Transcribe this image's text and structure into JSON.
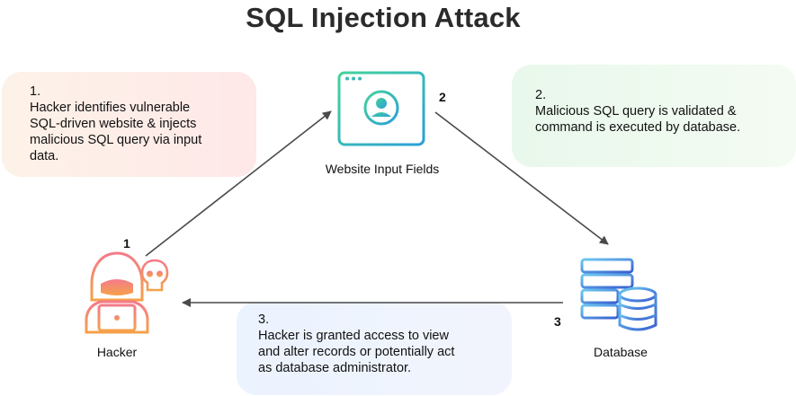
{
  "title": "SQL Injection Attack",
  "notes": [
    {
      "text": "1.\nHacker identifies vulnerable\nSQL-driven website & injects\nmalicious SQL query via input\ndata."
    },
    {
      "text": "2.\nMalicious SQL query is validated &\ncommand is executed by database."
    },
    {
      "text": "3.\nHacker is granted access to view\nand alter records or potentially act\nas database administrator."
    }
  ],
  "nodes": {
    "website": {
      "label": "Website Input Fields",
      "step": "2"
    },
    "hacker": {
      "label": "Hacker",
      "step": "1"
    },
    "database": {
      "label": "Database",
      "step": "3"
    }
  },
  "colors": {
    "arrow": "#4a4a4a",
    "website_icon_start": "#43d39a",
    "website_icon_end": "#2b9fd8",
    "hacker_icon_start": "#f47b8a",
    "hacker_icon_end": "#f5a14a",
    "database_icon_start": "#6cc8f2",
    "database_icon_end": "#3a5fd0"
  },
  "icons": {
    "website": "browser-user-icon",
    "hacker": "hooded-hacker-icon",
    "skull": "skull-icon",
    "database": "database-server-icon"
  }
}
